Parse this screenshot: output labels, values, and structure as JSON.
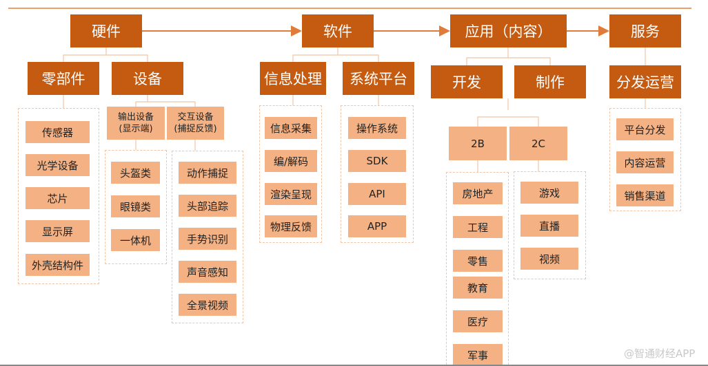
{
  "level1": [
    "硬件",
    "软件",
    "应用（内容）",
    "服务"
  ],
  "level2": {
    "hardware": [
      "零部件",
      "设备"
    ],
    "software": [
      "信息处理",
      "系统平台"
    ],
    "app": [
      "开发",
      "制作"
    ],
    "service": [
      "分发运营"
    ]
  },
  "devices": {
    "output": "输出设备\n(显示端)",
    "interactive": "交互设备\n(捕捉反馈)"
  },
  "app_sub": [
    "2B",
    "2C"
  ],
  "parts": [
    "传感器",
    "光学设备",
    "芯片",
    "显示屏",
    "外壳结构件"
  ],
  "output_devices": [
    "头盔类",
    "眼镜类",
    "一体机"
  ],
  "interactive_devices": [
    "动作捕捉",
    "头部追踪",
    "手势识别",
    "声音感知",
    "全景视频"
  ],
  "info_processing": [
    "信息采集",
    "编/解码",
    "渲染呈现",
    "物理反馈"
  ],
  "system_platform": [
    "操作系统",
    "SDK",
    "API",
    "APP"
  ],
  "to_b": [
    "房地产",
    "工程",
    "零售",
    "教育",
    "医疗",
    "军事"
  ],
  "to_c": [
    "游戏",
    "直播",
    "视频"
  ],
  "service_items": [
    "平台分发",
    "内容运营",
    "销售渠道"
  ],
  "watermark": "@智通财经APP",
  "colors": {
    "dark": "#c55a11",
    "light": "#f4b183"
  }
}
